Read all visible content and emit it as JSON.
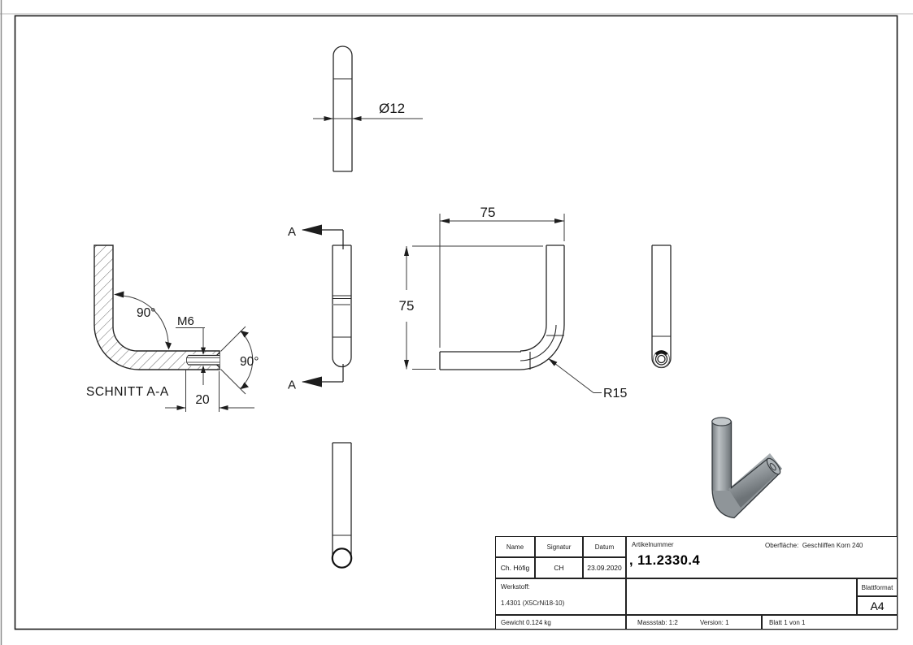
{
  "views": {
    "top": {
      "dim_diameter": "Ø12"
    },
    "side": {
      "cut_top": "A",
      "cut_bottom": "A"
    },
    "front": {
      "dim_width": "75",
      "dim_height": "75",
      "dim_radius": "R15"
    },
    "section": {
      "label": "SCHNITT A-A",
      "dim_angle": "90°",
      "dim_countersink_angle": "90°",
      "dim_thread": "M6",
      "dim_depth": "20"
    }
  },
  "title_block": {
    "col_name": "Name",
    "col_signature": "Signatur",
    "col_date": "Datum",
    "name": "Ch. Höfig",
    "signature": "CH",
    "date": "23.09.2020",
    "article_label": "Artikelnummer",
    "article_number": ", 11.2330.4",
    "surface_label": "Oberfläche:",
    "surface_value": "Geschliffen Korn 240",
    "material_label": "Werkstoff:",
    "material_value": "1.4301 (X5CrNi18-10)",
    "sheet_format_label": "Blattformat",
    "sheet_format": "A4",
    "weight": "Gewicht 0.124 kg",
    "scale": "Massstab: 1:2",
    "version": "Version: 1",
    "sheet": "Blatt 1 von 1"
  }
}
